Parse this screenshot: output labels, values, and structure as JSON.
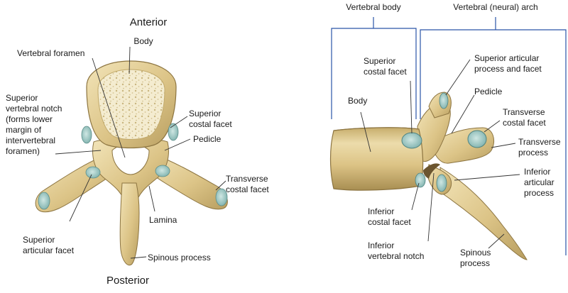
{
  "colors": {
    "bone_light": "#eedfb0",
    "bone_mid": "#d9c181",
    "bone_shadow": "#b39a5c",
    "bone_dark": "#8c7440",
    "cancellous": "#f4ecd0",
    "facet": "#a9d2cf",
    "facet_dark": "#6fa7a4",
    "bracket_blue": "#2a55a8",
    "leader": "#333333"
  },
  "superior_view": {
    "anterior": "Anterior",
    "posterior": "Posterior",
    "labels": {
      "body": "Body",
      "vertebral_foramen": "Vertebral foramen",
      "superior_vertebral_notch": [
        "Superior",
        "vertebral notch",
        "(forms lower",
        "margin of",
        "intervertebral",
        "foramen)"
      ],
      "superior_costal_facet": [
        "Superior",
        "costal facet"
      ],
      "pedicle": "Pedicle",
      "transverse_costal_facet": [
        "Transverse",
        "costal facet"
      ],
      "lamina": "Lamina",
      "superior_articular_facet": [
        "Superior",
        "articular facet"
      ],
      "spinous_process": "Spinous process"
    }
  },
  "lateral_view": {
    "vertebral_body": "Vertebral  body",
    "vertebral_arch": "Vertebral  (neural)  arch",
    "labels": {
      "body": "Body",
      "superior_costal_facet": [
        "Superior",
        "costal facet"
      ],
      "superior_articular_process": [
        "Superior articular",
        "process and facet"
      ],
      "pedicle": "Pedicle",
      "transverse_costal_facet": [
        "Transverse",
        "costal facet"
      ],
      "transverse_process": [
        "Transverse",
        "process"
      ],
      "inferior_articular_process": [
        "Inferior",
        "articular",
        "process"
      ],
      "inferior_costal_facet": [
        "Inferior",
        "costal facet"
      ],
      "inferior_vertebral_notch": [
        "Inferior",
        "vertebral notch"
      ],
      "spinous_process": [
        "Spinous",
        "process"
      ]
    }
  }
}
